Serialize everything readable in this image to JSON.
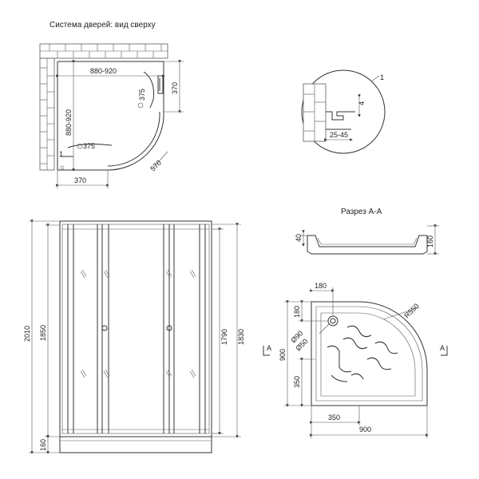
{
  "top_view": {
    "title": "Система дверей: вид сверху",
    "dim_width": "880-920",
    "dim_depth": "880-920",
    "dim_side_top": "370",
    "dim_r375_a": "375",
    "dim_r375_b": "375",
    "dim_570": "570",
    "dim_bottom": "370",
    "marker": "1"
  },
  "detail": {
    "marker": "1",
    "dim_gap": "4",
    "dim_range": "25-45"
  },
  "front_view": {
    "dim_total": "2010",
    "dim_panel": "1850",
    "dim_tray": "160",
    "dim_door": "1790",
    "dim_frame": "1830"
  },
  "section": {
    "title": "Разрез А-А",
    "dim_depth_left": "40",
    "dim_height_right": "160"
  },
  "tray_plan": {
    "dim_top_offset": "180",
    "dim_left_offset": "180",
    "dim_radius": "R550",
    "dim_hole_outer": "Ø90",
    "dim_hole_inner": "Ø50",
    "dim_depth": "900",
    "dim_left_350": "350",
    "dim_bottom_350": "350",
    "dim_width": "900",
    "section_mark_left": "A",
    "section_mark_right": "A"
  }
}
